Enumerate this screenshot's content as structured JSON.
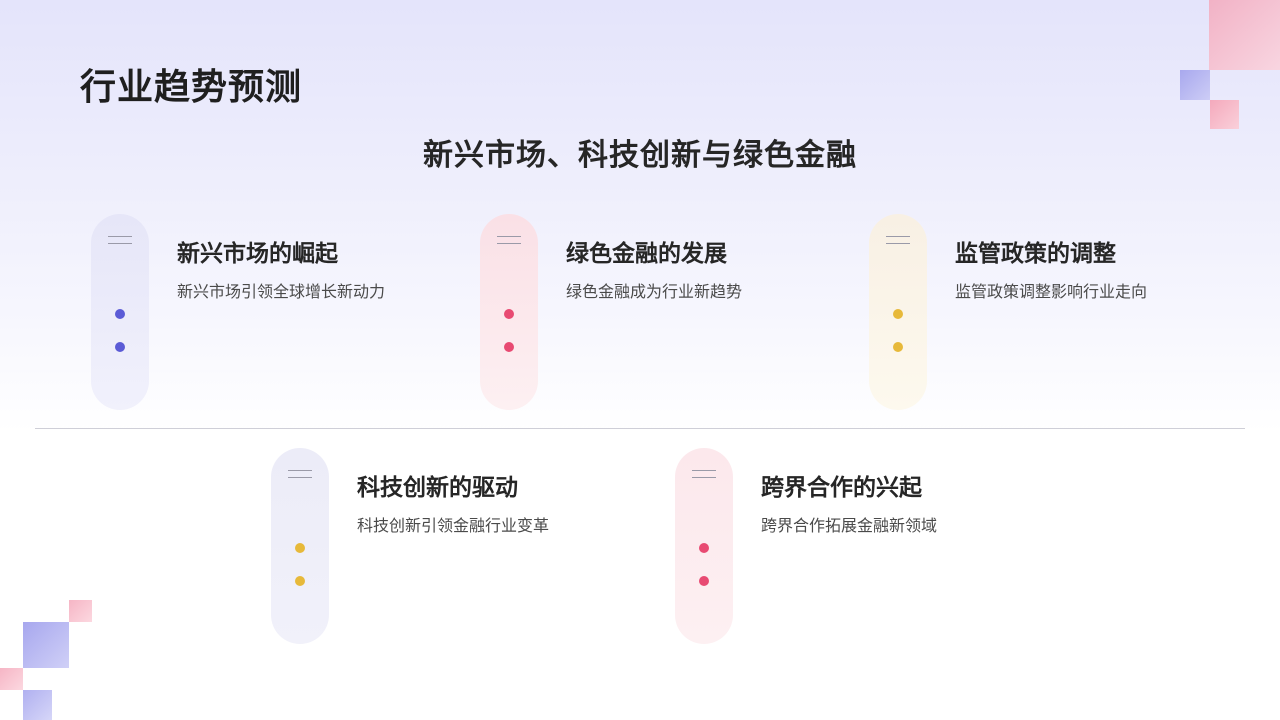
{
  "header": {
    "title": "行业趋势预测",
    "subtitle": "新兴市场、科技创新与绿色金融"
  },
  "cards": [
    {
      "title": "新兴市场的崛起",
      "desc": "新兴市场引领全球增长新动力",
      "accent": "#5b5bd6"
    },
    {
      "title": "绿色金融的发展",
      "desc": "绿色金融成为行业新趋势",
      "accent": "#e84a72"
    },
    {
      "title": "监管政策的调整",
      "desc": "监管政策调整影响行业走向",
      "accent": "#e7b93a"
    },
    {
      "title": "科技创新的驱动",
      "desc": "科技创新引领金融行业变革",
      "accent": "#e7b93a"
    },
    {
      "title": "跨界合作的兴起",
      "desc": "跨界合作拓展金融新领域",
      "accent": "#e84a72"
    }
  ],
  "colors": {
    "blue": "#5b5bd6",
    "pink": "#e84a72",
    "yellow": "#e7b93a",
    "decor_pink": "#f2a7bb",
    "decor_lavender": "#b4b4ef"
  }
}
